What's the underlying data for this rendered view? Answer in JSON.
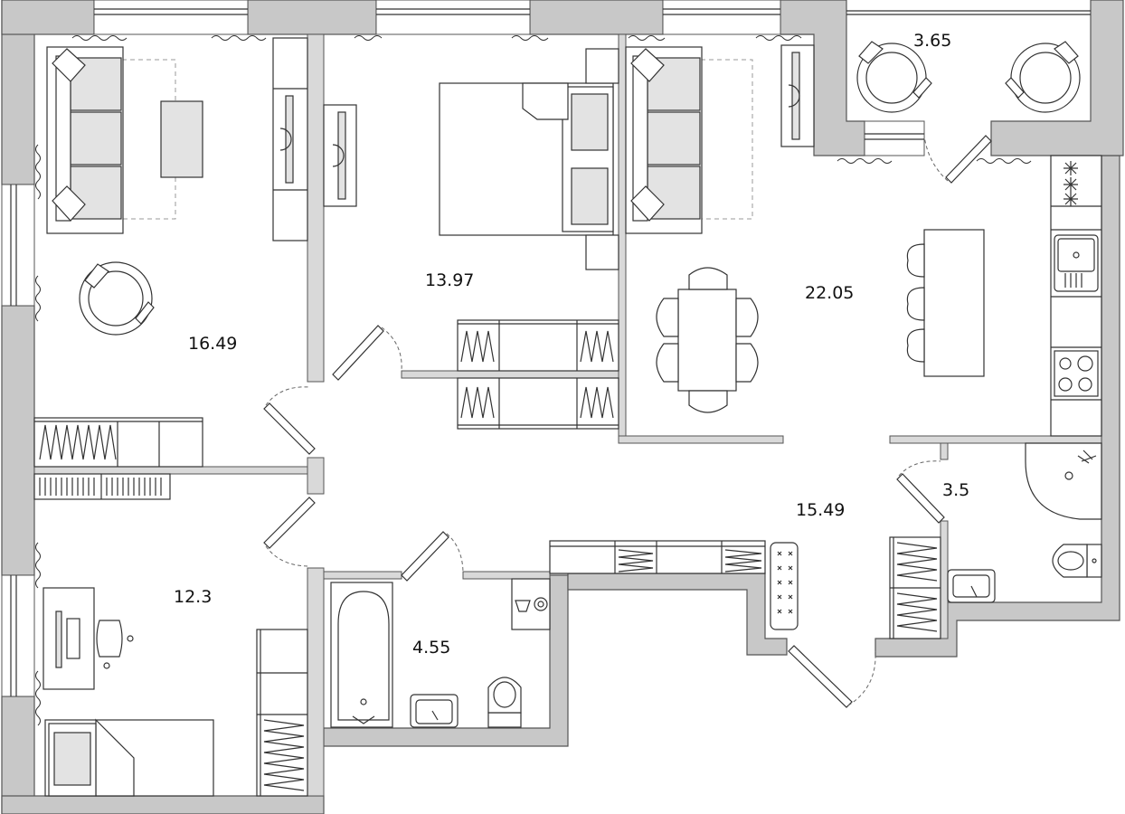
{
  "plan": {
    "rooms": [
      {
        "id": "living-room",
        "area": "16.49"
      },
      {
        "id": "bedroom",
        "area": "13.97"
      },
      {
        "id": "kitchen-living",
        "area": "22.05"
      },
      {
        "id": "balcony",
        "area": "3.65"
      },
      {
        "id": "shower-room",
        "area": "3.5"
      },
      {
        "id": "hallway",
        "area": "15.49"
      },
      {
        "id": "kids-room",
        "area": "12.3"
      },
      {
        "id": "bathroom",
        "area": "4.55"
      }
    ]
  },
  "colors": {
    "wall": "#c8c8c8",
    "furniture": "#e3e3e3",
    "line": "#333333"
  },
  "icons": [
    "sofa-icon",
    "armchair-icon",
    "bed-icon",
    "tv-icon",
    "wardrobe-icon",
    "dining-table-icon",
    "chair-icon",
    "stove-icon",
    "sink-icon",
    "bathtub-icon",
    "toilet-icon",
    "shower-icon",
    "washing-machine-icon",
    "desk-icon",
    "door-icon",
    "window-icon"
  ]
}
